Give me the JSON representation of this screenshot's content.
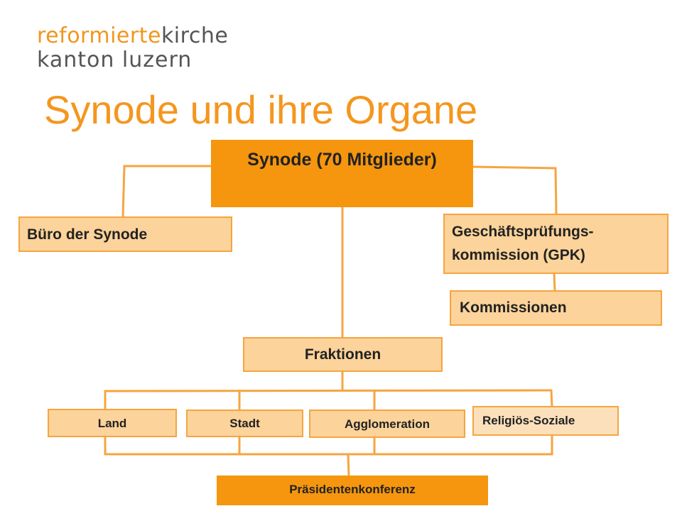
{
  "logo": {
    "line1a": "reformierte",
    "line1b": "kirche",
    "line2": "kanton luzern"
  },
  "title": "Synode und ihre Organe",
  "boxes": {
    "synode": "Synode (70 Mitglieder)",
    "buero": "Büro der Synode",
    "gpk_line1": "Geschäftsprüfungs-",
    "gpk_line2": "kommission (GPK)",
    "kommissionen": "Kommissionen",
    "fraktionen": "Fraktionen",
    "land": "Land",
    "stadt": "Stadt",
    "agglomeration": "Agglomeration",
    "religioes": "Religiös-Soziale",
    "praesidenten": "Präsidentenkonferenz"
  },
  "colors": {
    "accent": "#f5961e",
    "box_dark": "#f5960e",
    "box_light": "#fcd39a",
    "connector": "#f5a540"
  }
}
